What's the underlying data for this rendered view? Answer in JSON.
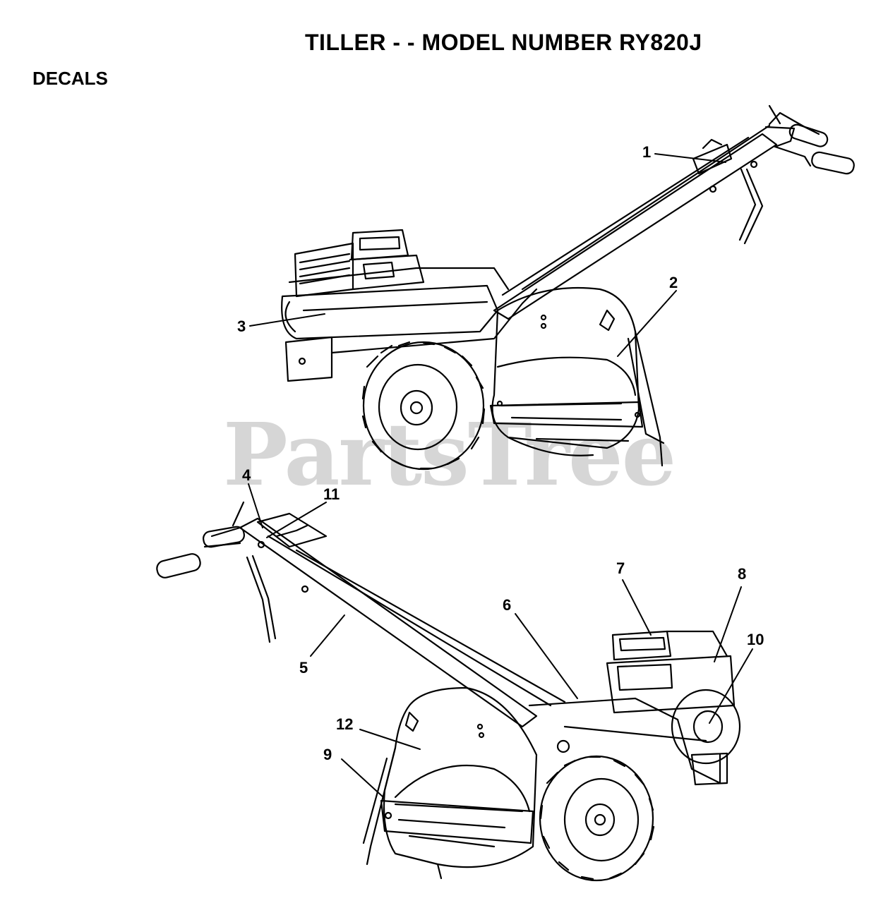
{
  "title": "TILLER - - MODEL NUMBER RY820J",
  "section": "DECALS",
  "watermark": "PartsTree",
  "callouts": {
    "c1": "1",
    "c2": "2",
    "c3": "3",
    "c4": "4",
    "c5": "5",
    "c6": "6",
    "c7": "7",
    "c8": "8",
    "c9": "9",
    "c10": "10",
    "c11": "11",
    "c12": "12"
  }
}
